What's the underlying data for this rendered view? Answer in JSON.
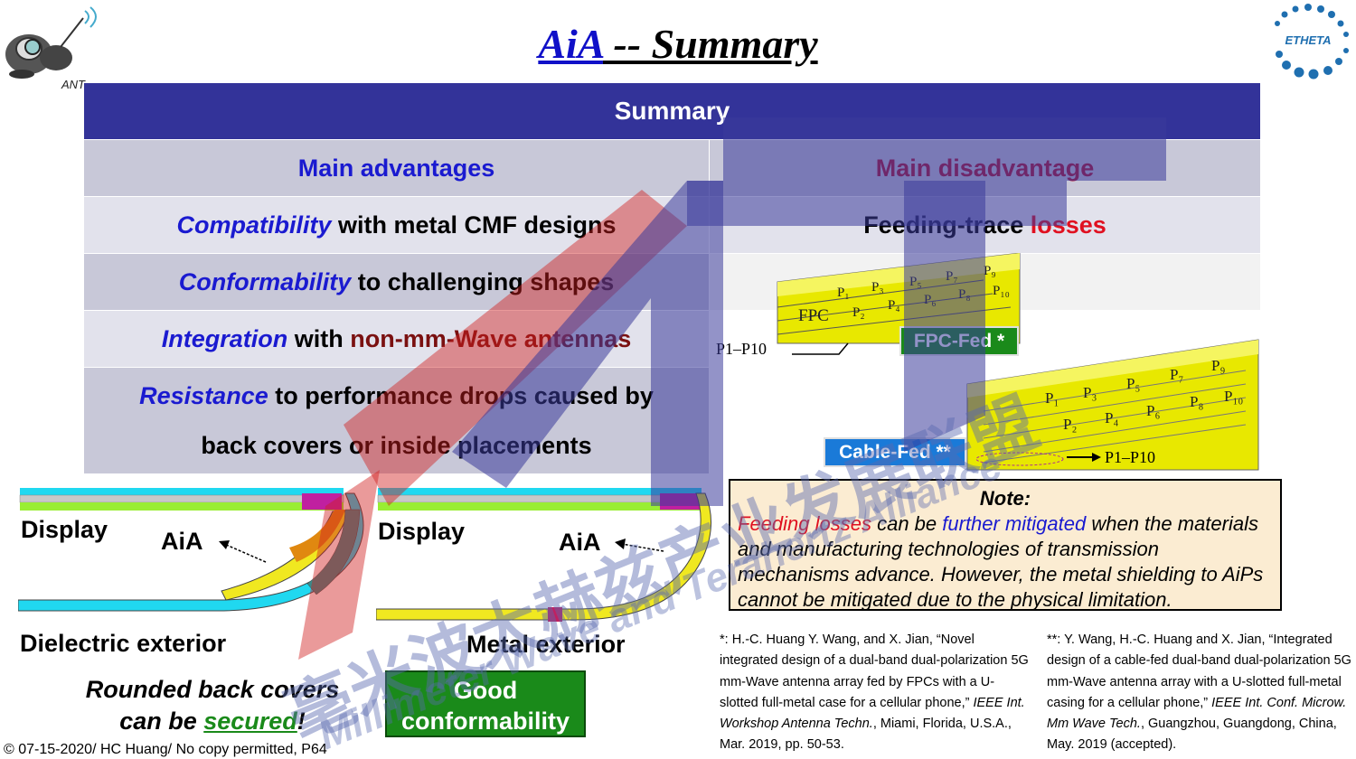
{
  "title": {
    "aia": "AiA",
    "rest": " -- Summary"
  },
  "logos": {
    "left": "ANT",
    "right": "ETHETA"
  },
  "table": {
    "header": "Summary",
    "col_left": "Main advantages",
    "col_right": "Main disadvantage",
    "rows": [
      {
        "em": "Compatibility",
        "rest": " with metal CMF designs"
      },
      {
        "em": "Conformability",
        "rest": " to challenging shapes"
      },
      {
        "em": "Integration",
        "rest": " with ",
        "red": "non-mm-Wave antennas"
      },
      {
        "em": "Resistance",
        "rest": " to performance drops caused by",
        "line2": "back covers or inside placements"
      }
    ],
    "disadvantage": {
      "pre": "Feeding-trace ",
      "red": "losses"
    }
  },
  "antenna_figures": {
    "fpc": {
      "badge": "FPC-Fed *",
      "label_fpc": "FPC",
      "range": "P1–P10",
      "ports": [
        "P1",
        "P2",
        "P3",
        "P4",
        "P5",
        "P6",
        "P7",
        "P8",
        "P9",
        "P10"
      ]
    },
    "cable": {
      "badge": "Cable-Fed **",
      "range": "P1–P10",
      "ports": [
        "P1",
        "P2",
        "P3",
        "P4",
        "P5",
        "P6",
        "P7",
        "P8",
        "P9",
        "P10"
      ]
    }
  },
  "note": {
    "title": "Note:",
    "p1_red": "Feeding losses",
    "p1_mid": " can be ",
    "p1_blue": "further mitigated",
    "p1_end": " when the materials and manufacturing technologies of transmission mechanisms advance. However, the metal shielding to AiPs cannot be mitigated due to the physical limitation."
  },
  "diagrams": {
    "left": {
      "display": "Display",
      "aia": "AiA",
      "exterior": "Dielectric exterior"
    },
    "right": {
      "display": "Display",
      "aia": "AiA",
      "exterior": "Metal exterior"
    }
  },
  "rounded": {
    "line1": "Rounded back covers",
    "line2_pre": "can be ",
    "line2_green": "secured",
    "line2_end": "!"
  },
  "good_box": {
    "line1": "Good",
    "line2": "conformability"
  },
  "refs": {
    "ref1": {
      "plain": "*: H.-C. Huang Y. Wang, and X. Jian, “Novel integrated design of a dual-band dual-polarization 5G mm-Wave antenna array fed by FPCs with a U-slotted full-metal case for a cellular phone,” ",
      "italic": "IEEE Int. Workshop Antenna Techn.",
      "tail": ", Miami, Florida, U.S.A., Mar. 2019, pp. 50-53."
    },
    "ref2": {
      "plain": "**: Y. Wang, H.-C. Huang and X. Jian, “Integrated design of a cable-fed dual-band dual-polarization 5G mm-Wave antenna array with a U-slotted full-metal casing for a cellular phone,” ",
      "italic": "IEEE Int. Conf. Microw. Mm Wave Tech.",
      "tail": ", Guangzhou, Guangdong, China, May. 2019 (accepted)."
    }
  },
  "footer": "© 07-15-2020/ HC Huang/ No copy permitted, P64",
  "watermark": {
    "cn": "毫米波太赫兹产业发展联盟",
    "en": "Millimeter Wave and Terahertz Alliance"
  },
  "colors": {
    "header": "#333399",
    "blue": "#1a1ad0",
    "red": "#e01020",
    "green": "#1a8a1a",
    "note_bg": "#fbecd2"
  }
}
